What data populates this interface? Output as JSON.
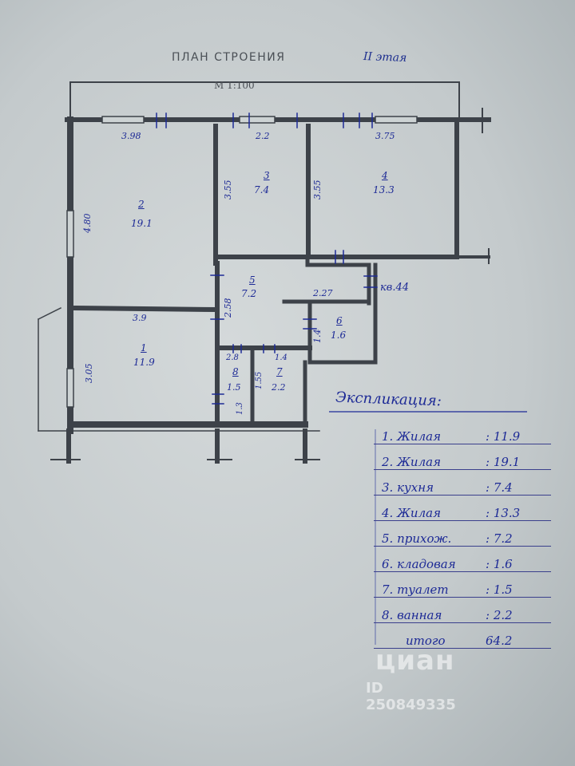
{
  "header": {
    "title": "ПЛАН СТРОЕНИЯ",
    "floor_note": "II этая",
    "scale": "М 1:100"
  },
  "rooms": [
    {
      "number": "2",
      "area": "19.1",
      "width": "3.98",
      "depth": "4.80"
    },
    {
      "number": "3",
      "area": "7.4",
      "width": "2.2",
      "depth": "3.55"
    },
    {
      "number": "4",
      "area": "13.3",
      "width": "3.75",
      "depth": "3.55"
    },
    {
      "number": "5",
      "area": "7.2",
      "depth": "2.58"
    },
    {
      "number": "6",
      "area": "1.6",
      "depth": "1.4"
    },
    {
      "number": "1",
      "area": "11.9",
      "width": "3.9",
      "depth": "3.05"
    },
    {
      "number": "8",
      "area": "1.5",
      "width": "2.8",
      "depth": "1.3"
    },
    {
      "number": "7",
      "area": "2.2",
      "width": "1.4",
      "depth": "1.55"
    }
  ],
  "extra_dims": {
    "corridor": "2.27",
    "apartment": "кв.44"
  },
  "explication": {
    "title": "Экспликация:",
    "rows": [
      {
        "name": "1. Жилая",
        "value": ": 11.9"
      },
      {
        "name": "2. Жилая",
        "value": ": 19.1"
      },
      {
        "name": "3. кухня",
        "value": ": 7.4"
      },
      {
        "name": "4. Жилая",
        "value": ": 13.3"
      },
      {
        "name": "5. прихож.",
        "value": ": 7.2"
      },
      {
        "name": "6. кладовая",
        "value": ": 1.6"
      },
      {
        "name": "7. туалет",
        "value": ": 1.5"
      },
      {
        "name": "8. ванная",
        "value": ": 2.2"
      },
      {
        "name": "итого",
        "value": "64.2"
      }
    ]
  },
  "watermark": {
    "logo": "циан",
    "id": "ID 250849335"
  },
  "colors": {
    "ink": "#1d2a96",
    "wall": "#3d4249",
    "paper": "#cdd3d4"
  }
}
